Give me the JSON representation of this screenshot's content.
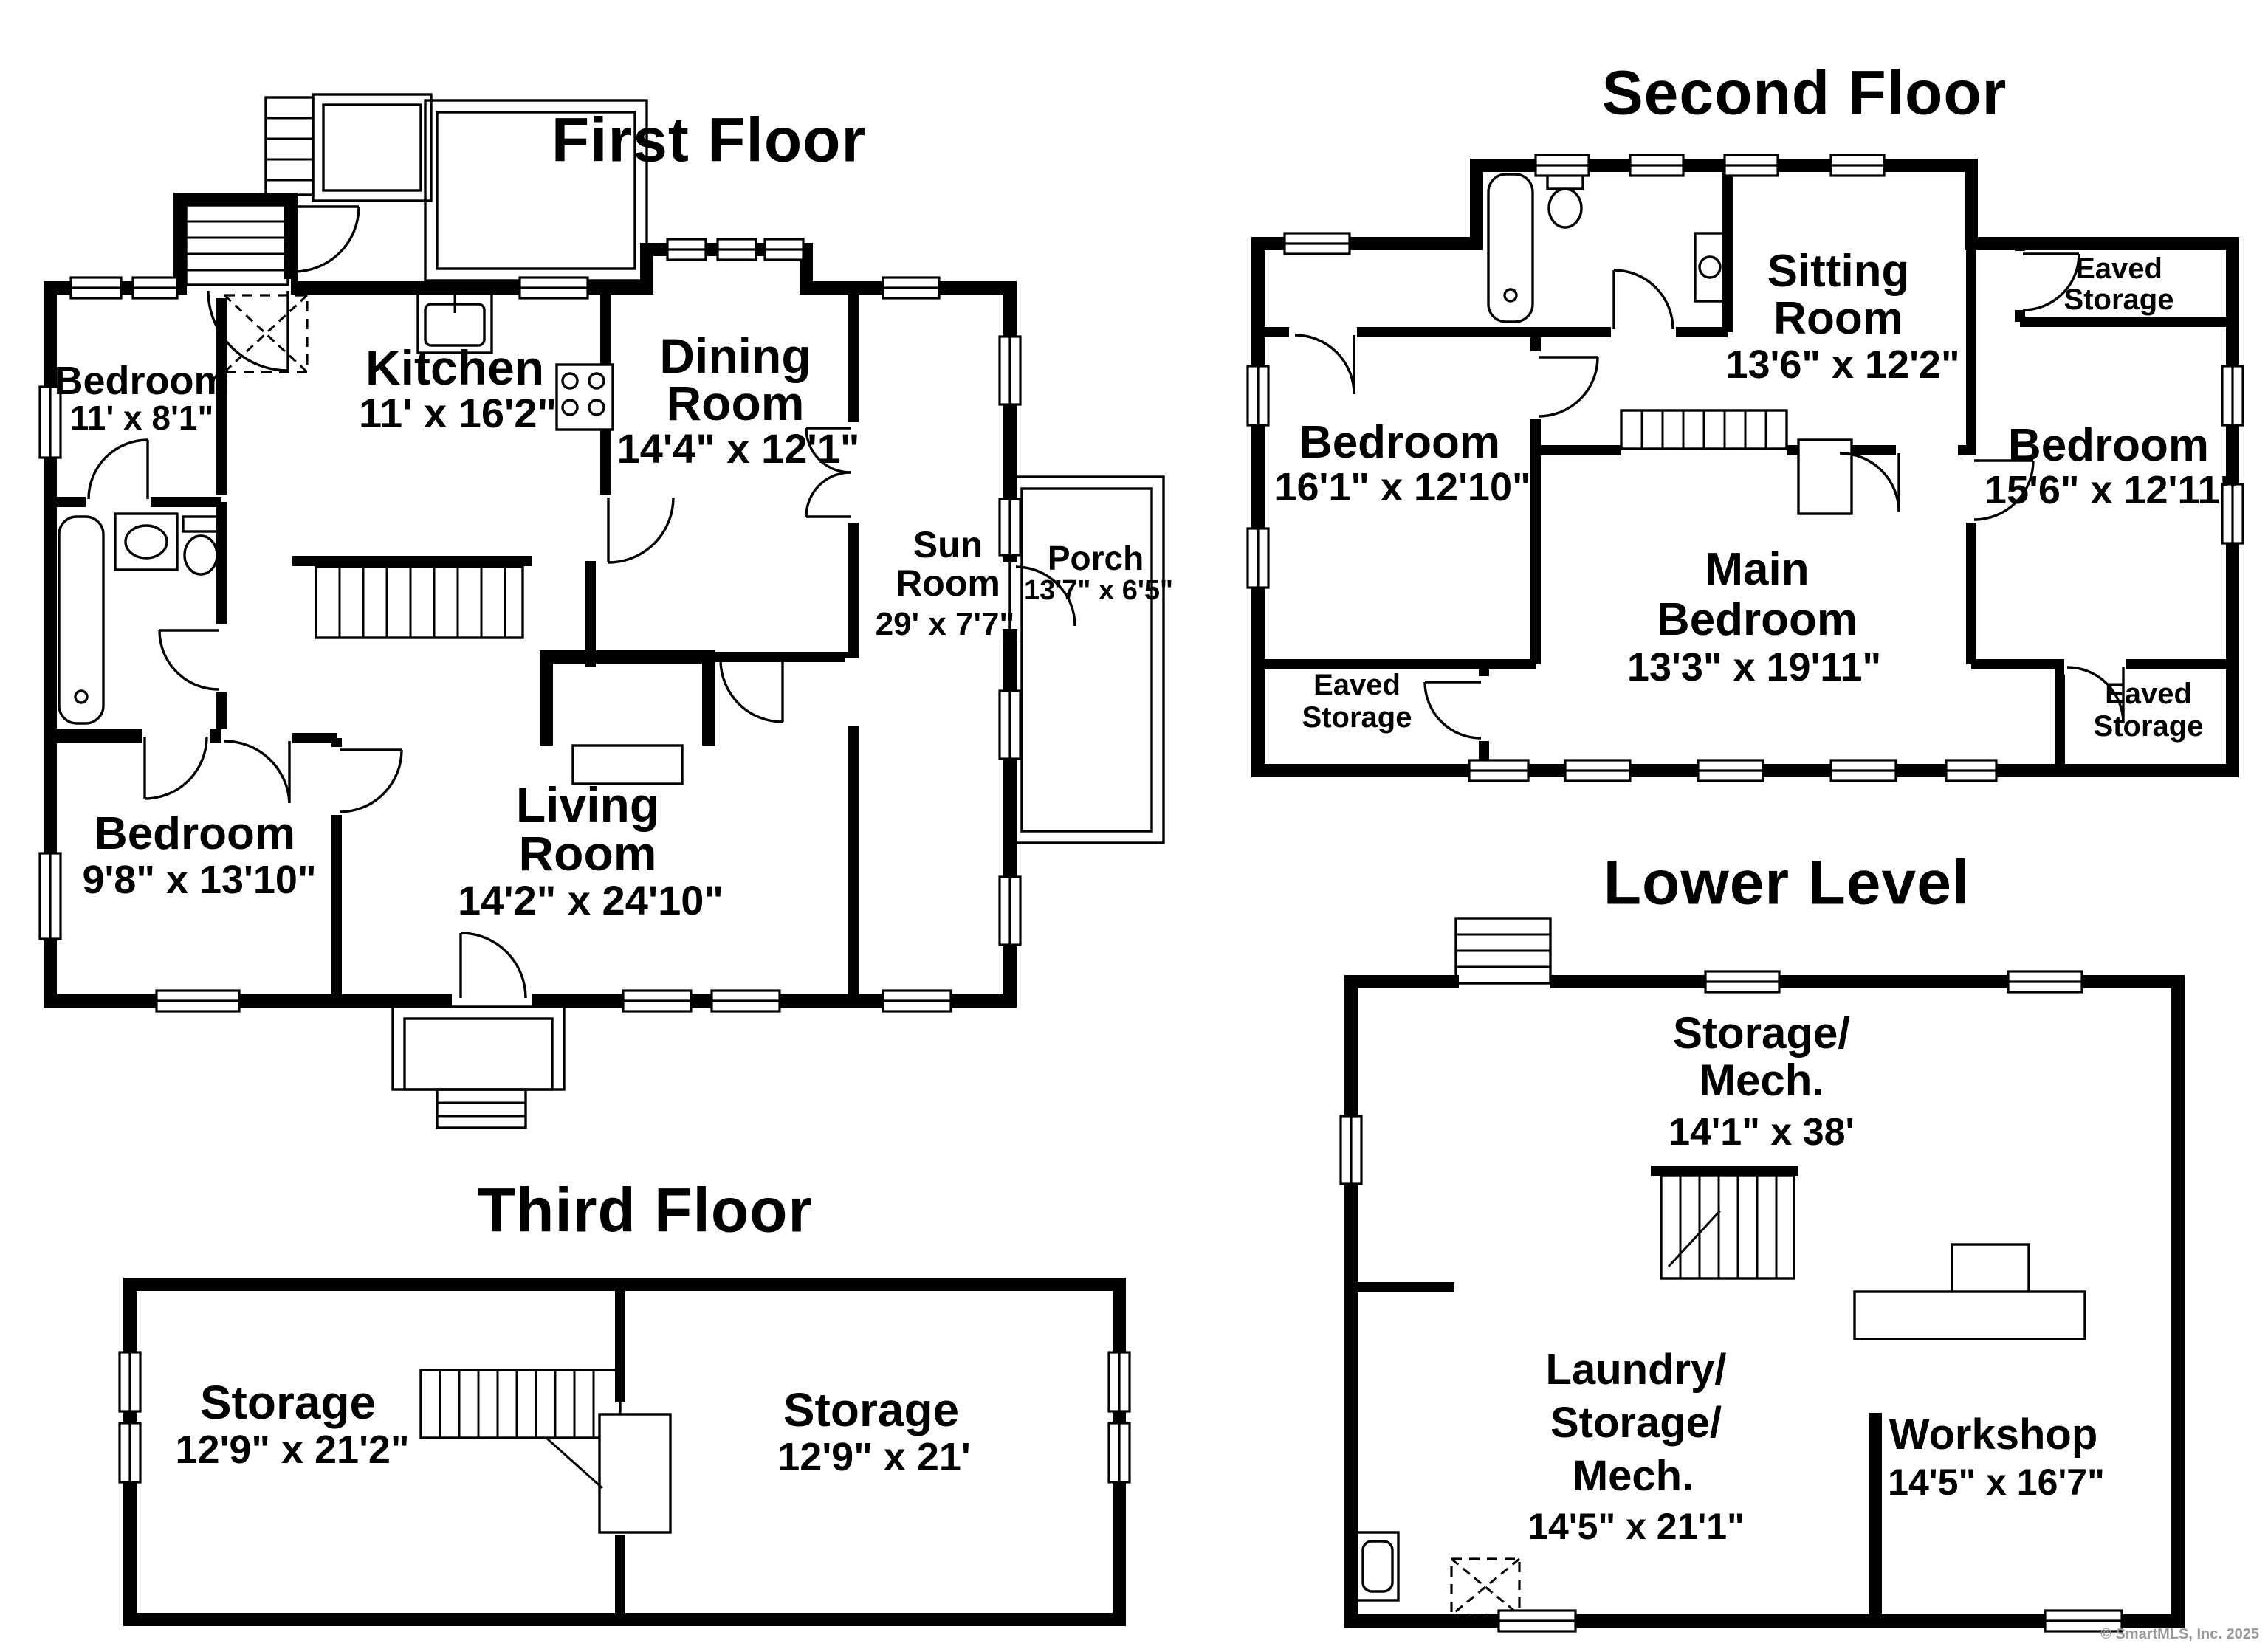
{
  "watermark": "© SmartMLS, Inc. 2025",
  "first_floor": {
    "title": "First Floor",
    "bedroom_top": {
      "name": "Bedroom",
      "dims": "11' x 8'1\""
    },
    "kitchen": {
      "name": "Kitchen",
      "dims": "11' x 16'2\""
    },
    "dining": {
      "name1": "Dining",
      "name2": "Room",
      "dims": "14'4\" x 12'1\""
    },
    "sun": {
      "name1": "Sun",
      "name2": "Room",
      "dims": "29' x 7'7\""
    },
    "porch": {
      "name": "Porch",
      "dims": "13'7\" x 6'5\""
    },
    "bedroom_bottom": {
      "name": "Bedroom",
      "dims": "9'8\" x 13'10\""
    },
    "living": {
      "name1": "Living",
      "name2": "Room",
      "dims": "14'2\" x 24'10\""
    }
  },
  "second_floor": {
    "title": "Second Floor",
    "sitting": {
      "name1": "Sitting",
      "name2": "Room",
      "dims": "13'6\" x 12'2\""
    },
    "eaved_top_right": {
      "name1": "Eaved",
      "name2": "Storage"
    },
    "bedroom_left": {
      "name": "Bedroom",
      "dims": "16'1\" x 12'10\""
    },
    "bedroom_right": {
      "name": "Bedroom",
      "dims": "15'6\" x 12'11\""
    },
    "main_bedroom": {
      "name1": "Main",
      "name2": "Bedroom",
      "dims": "13'3\" x 19'11\""
    },
    "eaved_bottom_left": {
      "name1": "Eaved",
      "name2": "Storage"
    },
    "eaved_bottom_right": {
      "name1": "Eaved",
      "name2": "Storage"
    }
  },
  "third_floor": {
    "title": "Third Floor",
    "storage_left": {
      "name": "Storage",
      "dims": "12'9\" x 21'2\""
    },
    "storage_right": {
      "name": "Storage",
      "dims": "12'9\" x 21'"
    }
  },
  "lower_level": {
    "title": "Lower Level",
    "storage_mech": {
      "name1": "Storage/",
      "name2": "Mech.",
      "dims": "14'1\" x 38'"
    },
    "laundry": {
      "name1": "Laundry/",
      "name2": "Storage/",
      "name3": "Mech.",
      "dims": "14'5\" x 21'1\""
    },
    "workshop": {
      "name": "Workshop",
      "dims": "14'5\" x 16'7\""
    }
  }
}
